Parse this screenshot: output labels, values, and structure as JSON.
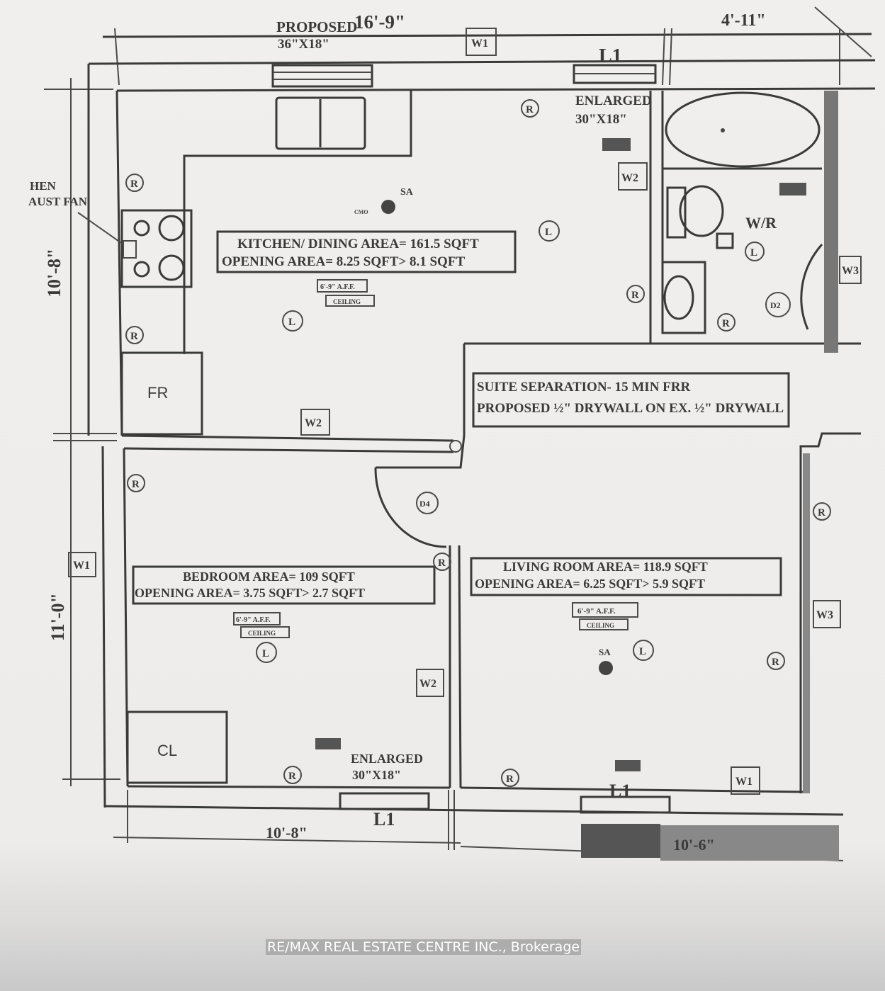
{
  "dimensions": {
    "top_main": "16'-9\"",
    "top_right": "4'-11\"",
    "left_upper": "10'-8\"",
    "left_lower": "11'-0\"",
    "bottom_left": "10'-8\"",
    "bottom_right": "10'-6\""
  },
  "windows": {
    "proposed": "PROPOSED",
    "proposed_size": "36\"X18\"",
    "enlarged_top": "ENLARGED",
    "enlarged_top_size": "30\"X18\"",
    "enlarged_bottom": "ENLARGED",
    "enlarged_bottom_size": "30\"X18\"",
    "l1": "L1"
  },
  "tags": {
    "w1": "W1",
    "w2": "W2",
    "w3": "W3",
    "d2": "D2",
    "d4": "D4",
    "r": "R",
    "l": "L",
    "sa": "SA",
    "wr": "W/R",
    "fr": "FR",
    "cl": "CL",
    "cmo": "CMO",
    "aff": "6'-9\" A.F.F.",
    "ceiling": "CEILING"
  },
  "exhaust_fan": [
    "HEN",
    "AUST FAN"
  ],
  "rooms": {
    "kitchen": {
      "line1": "KITCHEN/ DINING AREA= 161.5 SQFT",
      "line2": "OPENING AREA= 8.25 SQFT> 8.1 SQFT"
    },
    "bedroom": {
      "line1": "BEDROOM AREA= 109 SQFT",
      "line2": "OPENING AREA= 3.75 SQFT> 2.7 SQFT"
    },
    "living": {
      "line1": "LIVING ROOM AREA= 118.9 SQFT",
      "line2": "OPENING AREA= 6.25 SQFT> 5.9 SQFT"
    }
  },
  "suite_separation": {
    "line1": "SUITE SEPARATION- 15 MIN FRR",
    "line2": "PROPOSED ½\" DRYWALL ON EX. ½\" DRYWALL"
  },
  "watermark": "RE/MAX REAL ESTATE CENTRE INC., Brokerage"
}
